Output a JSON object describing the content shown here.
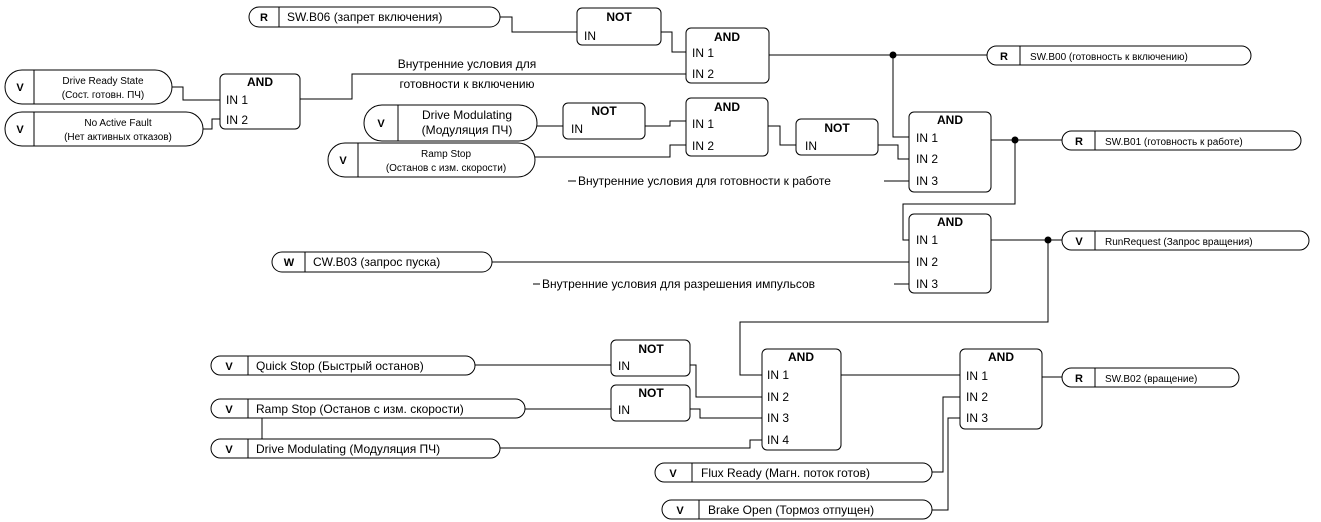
{
  "gate_labels": {
    "and": "AND",
    "not": "NOT",
    "not_input": "IN"
  },
  "inputs": {
    "in1": "IN 1",
    "in2": "IN 2",
    "in3": "IN 3",
    "in4": "IN 4"
  },
  "signals": {
    "sw_b06": {
      "type": "R",
      "label": "SW.B06 (запрет включения)"
    },
    "drive_ready_state": {
      "type": "V",
      "label1": "Drive Ready State",
      "label2": "(Сост. готовн. ПЧ)"
    },
    "no_active_fault": {
      "type": "V",
      "label1": "No Active Fault",
      "label2": "(Нет активных отказов)"
    },
    "drive_modulating_top": {
      "type": "V",
      "label1": "Drive Modulating",
      "label2": "(Модуляция ПЧ)"
    },
    "ramp_stop_top": {
      "type": "V",
      "label1": "Ramp Stop",
      "label2": "(Останов с изм. скорости)"
    },
    "cw_b03": {
      "type": "W",
      "label": "CW.B03 (запрос пуска)"
    },
    "quick_stop": {
      "type": "V",
      "label": "Quick Stop (Быстрый останов)"
    },
    "ramp_stop_bottom": {
      "type": "V",
      "label": "Ramp Stop (Останов с изм. скорости)"
    },
    "drive_modulating_bottom": {
      "type": "V",
      "label": "Drive Modulating (Модуляция ПЧ)"
    },
    "flux_ready": {
      "type": "V",
      "label": "Flux Ready (Магн. поток готов)"
    },
    "brake_open": {
      "type": "V",
      "label": "Brake Open (Тормоз отпущен)"
    }
  },
  "outputs": {
    "sw_b00": {
      "type": "R",
      "label": "SW.B00 (готовность к включению)"
    },
    "sw_b01": {
      "type": "R",
      "label": "SW.B01 (готовность к работе)"
    },
    "run_request": {
      "type": "V",
      "label": "RunRequest (Запрос вращения)"
    },
    "sw_b02": {
      "type": "R",
      "label": "SW.B02 (вращение)"
    }
  },
  "notes": {
    "switch_on_line1": "Внутренние условия для",
    "switch_on_line2": "готовности к включению",
    "ready_to_operate": "Внутренние условия для готовности к работе",
    "pulse_enable": "Внутренние условия для разрешения импульсов"
  }
}
